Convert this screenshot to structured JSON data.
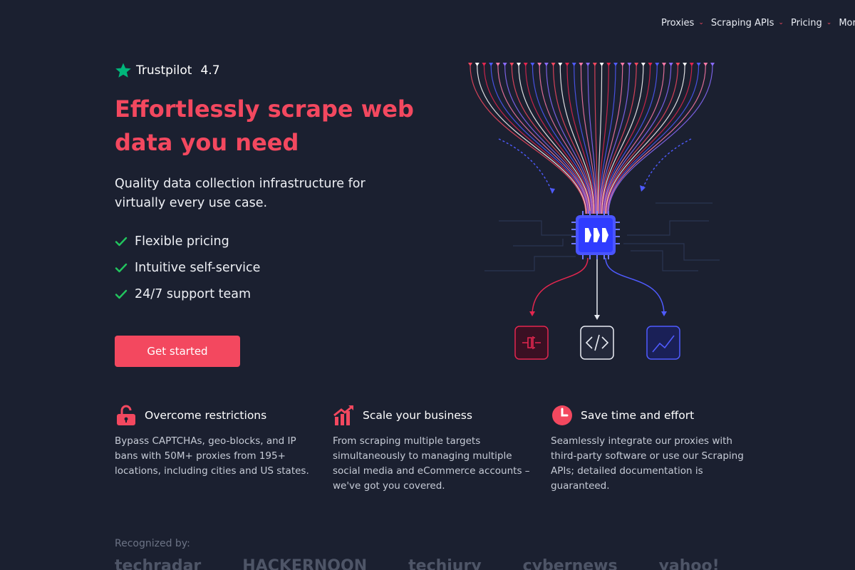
{
  "nav": {
    "items": [
      {
        "label": "Proxies"
      },
      {
        "label": "Scraping APIs"
      },
      {
        "label": "Pricing"
      },
      {
        "label": "More"
      }
    ]
  },
  "trustpilot": {
    "brand": "Trustpilot",
    "rating": "4.7"
  },
  "hero": {
    "headline": "Effortlessly scrape web data you need",
    "subheadline": "Quality data collection infrastructure for virtually every use case.",
    "features": [
      "Flexible pricing",
      "Intuitive self-service",
      "24/7 support team"
    ],
    "cta_label": "Get started"
  },
  "benefits": [
    {
      "title": "Overcome restrictions",
      "icon": "unlock-icon",
      "text": "Bypass CAPTCHAs, geo-blocks, and IP bans with 50M+ proxies from 195+ locations, including cities and US states."
    },
    {
      "title": "Scale your business",
      "icon": "growth-chart-icon",
      "text": "From scraping multiple targets simultaneously to managing multiple social media and eCommerce accounts – we've got you covered."
    },
    {
      "title": "Save time and effort",
      "icon": "clock-icon",
      "text": "Seamlessly integrate our proxies with third-party software or use our Scraping APIs; detailed documentation is guaranteed."
    }
  ],
  "recognized": {
    "label": "Recognized by:",
    "logos": [
      "techradar",
      "HACKERNOON",
      "techjury",
      "cybernews",
      "yahoo!"
    ]
  },
  "colors": {
    "accent": "#f3485f",
    "background": "#1b2030",
    "check": "#22c55e",
    "trustpilot": "#00b67a",
    "blue": "#4f5bff"
  }
}
